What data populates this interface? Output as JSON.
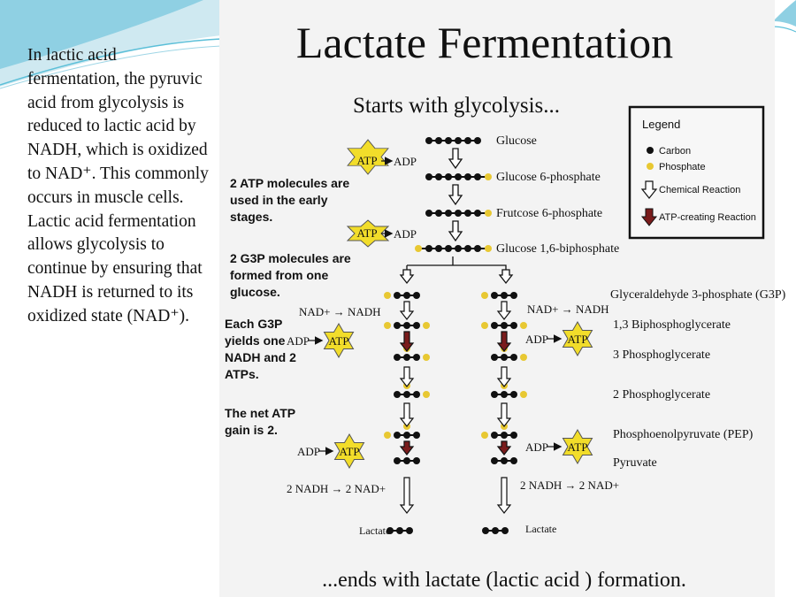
{
  "side_text": "In lactic acid fermentation, the pyruvic acid from glycolysis is reduced to lactic acid by NADH, which is oxidized to NAD⁺. This commonly occurs in muscle cells. Lactic acid fermentation allows glycolysis to continue by ensuring that NADH is returned to its oxidized state (NAD⁺).",
  "diagram": {
    "title": "Lactate Fermentation",
    "subtitle": "Starts with glycolysis...",
    "footer": "...ends with lactate (lactic acid ) formation.",
    "legend": {
      "title": "Legend",
      "items": [
        "Carbon",
        "Phosphate",
        "Chemical Reaction",
        "ATP-creating Reaction"
      ]
    },
    "molecules": {
      "glucose": "Glucose",
      "g6p": "Glucose 6-phosphate",
      "f6p": "Frutcose 6-phosphate",
      "f16bp": "Glucose 1,6-biphosphate",
      "g3p": "Glyceraldehyde 3-phosphate (G3P)",
      "bpg": "1,3 Biphosphoglycerate",
      "pg3": "3 Phosphoglycerate",
      "pg2": "2 Phosphoglycerate",
      "pep": "Phosphoenolpyruvate (PEP)",
      "pyruvate": "Pyruvate",
      "lactate": "Lactate"
    },
    "notes": {
      "atp_used": [
        "2 ATP molecules are",
        "used in the early",
        "stages."
      ],
      "g3p_formed": [
        "2 G3P molecules are",
        "formed from one",
        "glucose."
      ],
      "g3p_yields": [
        "Each G3P",
        "yields one",
        "NADH and 2",
        "ATPs."
      ],
      "net_atp": [
        "The net ATP",
        "gain is 2."
      ]
    },
    "labels": {
      "atp": "ATP",
      "adp": "ADP",
      "nad_to_nadh": "NAD+ → NADH",
      "nadh_to_nad": "2 NADH → 2 NAD+"
    },
    "colors": {
      "carbon": "#111111",
      "phosphate": "#e8c832",
      "atp_star": "#f2dd2a",
      "atp_arrow": "#7a1c1c",
      "accent": "#5bbfd8"
    }
  }
}
